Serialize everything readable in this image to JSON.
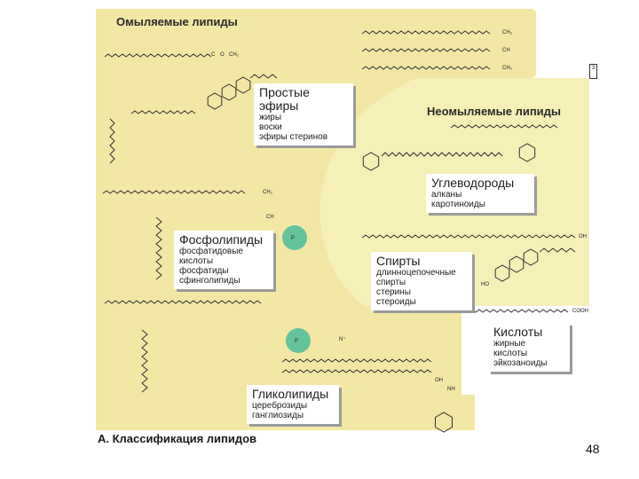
{
  "regions": {
    "saponifiable": "Омыляемые липиды",
    "nonsaponifiable": "Неомыляемые липиды"
  },
  "boxes": {
    "simple_esters": {
      "title": "Простые эфиры",
      "items": [
        "жиры",
        "воски",
        "эфиры стеринов"
      ]
    },
    "phospholipids": {
      "title": "Фосфолипиды",
      "items": [
        "фосфатидовые",
        "кислоты",
        "фосфатиды",
        "сфинголипиды"
      ]
    },
    "glycolipids": {
      "title": "Гликолипиды",
      "items": [
        "цереброзиды",
        "ганглиозиды"
      ]
    },
    "hydrocarbons": {
      "title": "Углеводороды",
      "items": [
        "алканы",
        "каротиноиды"
      ]
    },
    "alcohols": {
      "title": "Спирты",
      "items": [
        "длинноцепочечные",
        "спирты",
        "стерины",
        "стероиды"
      ]
    },
    "acids": {
      "title": "Кислоты",
      "items": [
        "жирные",
        "кислоты",
        "эйкозаноиды"
      ]
    }
  },
  "caption": "А. Классификация липидов",
  "page_number": "48",
  "side_mark": "3",
  "chem_labels": {
    "ch3": "CH₃",
    "ch2": "CH₂",
    "ch": "CH",
    "o": "O",
    "c": "C",
    "p": "P",
    "oh": "OH",
    "cooh": "COOH",
    "nplus": "N⁺",
    "ho": "HO",
    "nh": "NH"
  },
  "colors": {
    "saponifiable_bg": "#f3e7a6",
    "nonsaponifiable_bg": "#f5efb8",
    "phosphate_circle": "#63c39b",
    "chain": "#333333"
  }
}
